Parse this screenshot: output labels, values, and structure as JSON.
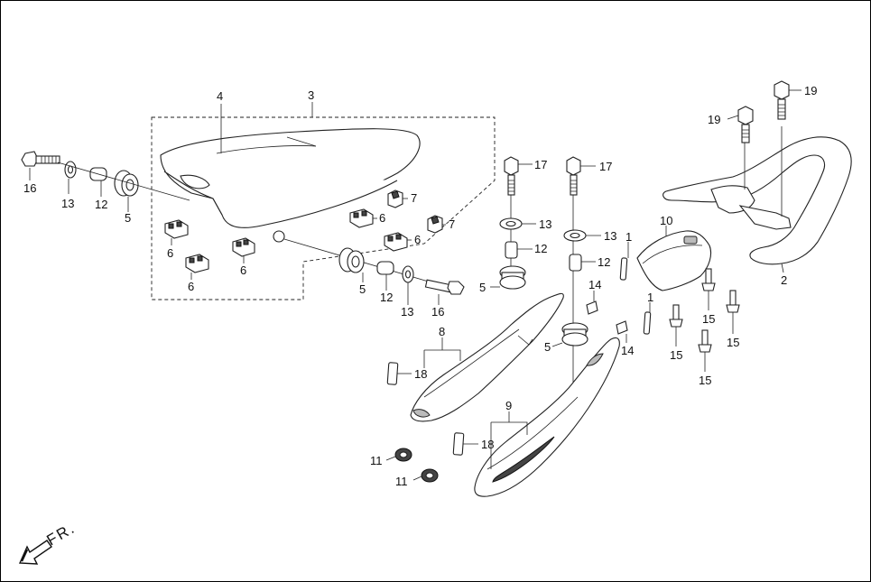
{
  "diagram": {
    "callouts": [
      {
        "id": "lbl-4",
        "text": "4"
      },
      {
        "id": "lbl-3",
        "text": "3"
      },
      {
        "id": "lbl-16a",
        "text": "16"
      },
      {
        "id": "lbl-13a",
        "text": "13"
      },
      {
        "id": "lbl-12a",
        "text": "12"
      },
      {
        "id": "lbl-5a",
        "text": "5"
      },
      {
        "id": "lbl-7a",
        "text": "7"
      },
      {
        "id": "lbl-7b",
        "text": "7"
      },
      {
        "id": "lbl-6a",
        "text": "6"
      },
      {
        "id": "lbl-6b",
        "text": "6"
      },
      {
        "id": "lbl-6c",
        "text": "6"
      },
      {
        "id": "lbl-6d",
        "text": "6"
      },
      {
        "id": "lbl-6e",
        "text": "6"
      },
      {
        "id": "lbl-5b",
        "text": "5"
      },
      {
        "id": "lbl-12b",
        "text": "12"
      },
      {
        "id": "lbl-13b",
        "text": "13"
      },
      {
        "id": "lbl-16b",
        "text": "16"
      },
      {
        "id": "lbl-17a",
        "text": "17"
      },
      {
        "id": "lbl-17b",
        "text": "17"
      },
      {
        "id": "lbl-13c",
        "text": "13"
      },
      {
        "id": "lbl-12c",
        "text": "12"
      },
      {
        "id": "lbl-5c",
        "text": "5"
      },
      {
        "id": "lbl-13d",
        "text": "13"
      },
      {
        "id": "lbl-12d",
        "text": "12"
      },
      {
        "id": "lbl-5d",
        "text": "5"
      },
      {
        "id": "lbl-10",
        "text": "10"
      },
      {
        "id": "lbl-1a",
        "text": "1"
      },
      {
        "id": "lbl-1b",
        "text": "1"
      },
      {
        "id": "lbl-14a",
        "text": "14"
      },
      {
        "id": "lbl-14b",
        "text": "14"
      },
      {
        "id": "lbl-8",
        "text": "8"
      },
      {
        "id": "lbl-18a",
        "text": "18"
      },
      {
        "id": "lbl-9",
        "text": "9"
      },
      {
        "id": "lbl-18b",
        "text": "18"
      },
      {
        "id": "lbl-11a",
        "text": "11"
      },
      {
        "id": "lbl-11b",
        "text": "11"
      },
      {
        "id": "lbl-19a",
        "text": "19"
      },
      {
        "id": "lbl-19b",
        "text": "19"
      },
      {
        "id": "lbl-2",
        "text": "2"
      },
      {
        "id": "lbl-15a",
        "text": "15"
      },
      {
        "id": "lbl-15b",
        "text": "15"
      },
      {
        "id": "lbl-15c",
        "text": "15"
      },
      {
        "id": "lbl-15d",
        "text": "15"
      }
    ],
    "front_indicator": "FR."
  }
}
